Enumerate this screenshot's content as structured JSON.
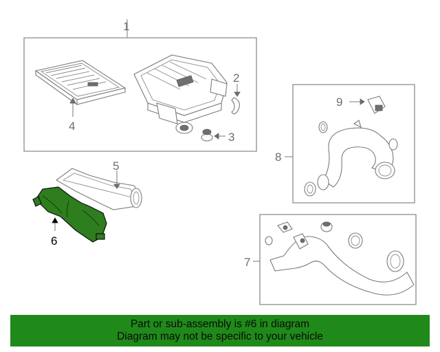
{
  "callouts": {
    "c1": "1",
    "c2": "2",
    "c3": "3",
    "c4": "4",
    "c5": "5",
    "c6": "6",
    "c7": "7",
    "c8": "8",
    "c9": "9"
  },
  "highlight": {
    "part_number": "6",
    "color": "#2e7d1e"
  },
  "banner": {
    "line1": "Part or sub-assembly is #6 in diagram",
    "line2": "Diagram may not be specific to your vehicle",
    "background": "#1f8a1a"
  }
}
